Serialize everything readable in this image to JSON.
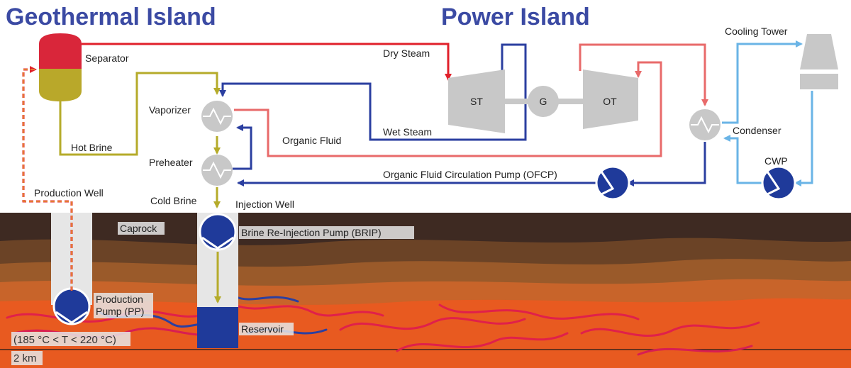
{
  "titles": {
    "geothermal_island": "Geothermal Island",
    "power_island": "Power Island"
  },
  "labels": {
    "separator": "Separator",
    "dry_steam": "Dry Steam",
    "wet_steam": "Wet Steam",
    "vaporizer": "Vaporizer",
    "preheater": "Preheater",
    "hot_brine": "Hot Brine",
    "cold_brine": "Cold Brine",
    "organic_fluid": "Organic Fluid",
    "production_well": "Production Well",
    "injection_well": "Injection Well",
    "ofcp": "Organic Fluid Circulation Pump (OFCP)",
    "cooling_tower": "Cooling Tower",
    "condenser": "Condenser",
    "cwp": "CWP",
    "caprock": "Caprock",
    "brip": "Brine Re-Injection Pump (BRIP)",
    "production_pump_line1": "Production",
    "production_pump_line2": "Pump (PP)",
    "reservoir": "Reservoir",
    "temperature_range": "(185 °C < T < 220 °C)",
    "depth": "2 km"
  },
  "equipment": {
    "steam_turbine": "ST",
    "generator": "G",
    "organic_turbine": "OT"
  },
  "colors": {
    "title": "#3b4aa3",
    "steam_red": "#e0202a",
    "organic_pink": "#e86a6a",
    "brine_olive": "#b5ab2a",
    "wet_steam_blue": "#2b3fa0",
    "cooling_light_blue": "#6ab4e6",
    "pump_blue": "#1f3a9a",
    "separator_top": "#d9263a",
    "separator_bottom": "#b9a82a",
    "equipment_gray": "#c8c8c8",
    "caprock": "#3e2a22",
    "layer_brown": "#6b4326",
    "layer_mid": "#9a5a2a",
    "layer_orange": "#c8642a",
    "reservoir": "#e85a20"
  }
}
